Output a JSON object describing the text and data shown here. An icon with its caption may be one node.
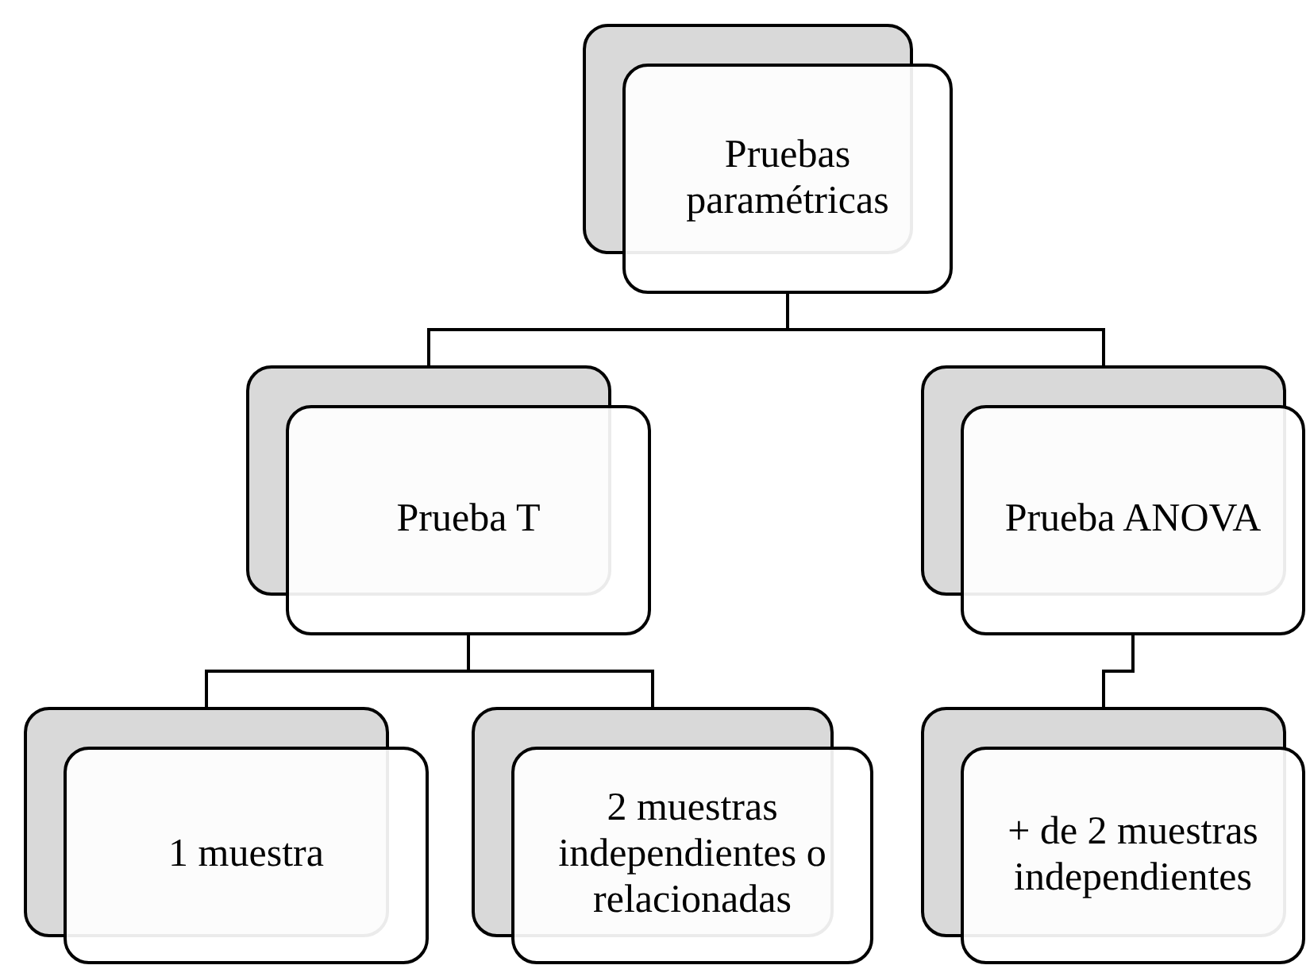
{
  "diagram": {
    "nodes": [
      {
        "text": [
          "Pruebas paramétricas"
        ]
      },
      {
        "text": [
          "Prueba T"
        ]
      },
      {
        "text": [
          "Prueba ANOVA"
        ]
      },
      {
        "text": [
          "1 muestra"
        ]
      },
      {
        "text": [
          "2 muestras independientes o relacionadas"
        ]
      },
      {
        "text": [
          "+ de 2 muestras independientes"
        ]
      }
    ],
    "edges": [
      {
        "from": 0,
        "to": 1,
        "arrow": "none"
      },
      {
        "from": 0,
        "to": 2,
        "arrow": "none"
      },
      {
        "from": 1,
        "to": 3,
        "arrow": "none"
      },
      {
        "from": 1,
        "to": 4,
        "arrow": "none"
      },
      {
        "from": 2,
        "to": 5,
        "arrow": "none"
      }
    ]
  }
}
